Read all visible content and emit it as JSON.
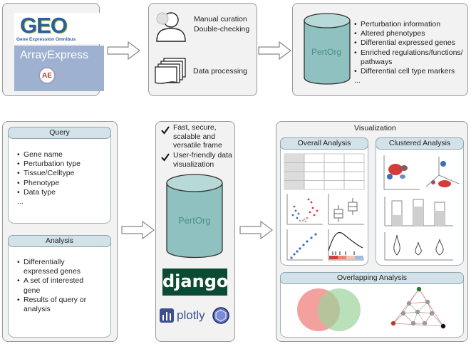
{
  "sources": {
    "geo_logo": "GEO",
    "geo_caption": "Gene Expression Omnibus",
    "arrayexpress_logo": "ArrayExpress",
    "ae_badge": "AE"
  },
  "curation": {
    "manual": "Manual curation",
    "double": "Double-checking",
    "processing": "Data processing"
  },
  "db": {
    "name": "PertOrg",
    "items": [
      "Perturbation information",
      "Altered phenotypes",
      "Differential expressed genes",
      "Enriched regulations/functions/",
      "pathways",
      "Differential cell type markers",
      "..."
    ]
  },
  "query": {
    "title": "Query",
    "items": [
      "Gene name",
      "Perturbation type",
      "Tissue/Celltype",
      "Phenotype",
      "Data type",
      "..."
    ]
  },
  "analysis": {
    "title": "Analysis",
    "items": [
      "Differentially",
      "expressed genes",
      "A set of interested",
      "gene",
      "Results of query or",
      "analysis"
    ]
  },
  "framework": {
    "feature1": [
      "Fast, secure,",
      "scalable and",
      "versatile frame"
    ],
    "feature2": [
      "User-friendly data",
      "visualization"
    ],
    "db_name": "PertOrg",
    "django": "django",
    "plotly": "plotly"
  },
  "visualization": {
    "title": "Visualization",
    "overall": "Overall Analysis",
    "clustered": "Clustered Analysis",
    "overlapping": "Overlapping Analysis"
  },
  "colors": {
    "panel_bg": "#f2f2f2",
    "header_bg": "#d2e2e8",
    "cylinder": "#8fc1c0",
    "django_bg": "#0c4b33",
    "venn_red": "#f08a86",
    "venn_green": "#9bd39b"
  }
}
